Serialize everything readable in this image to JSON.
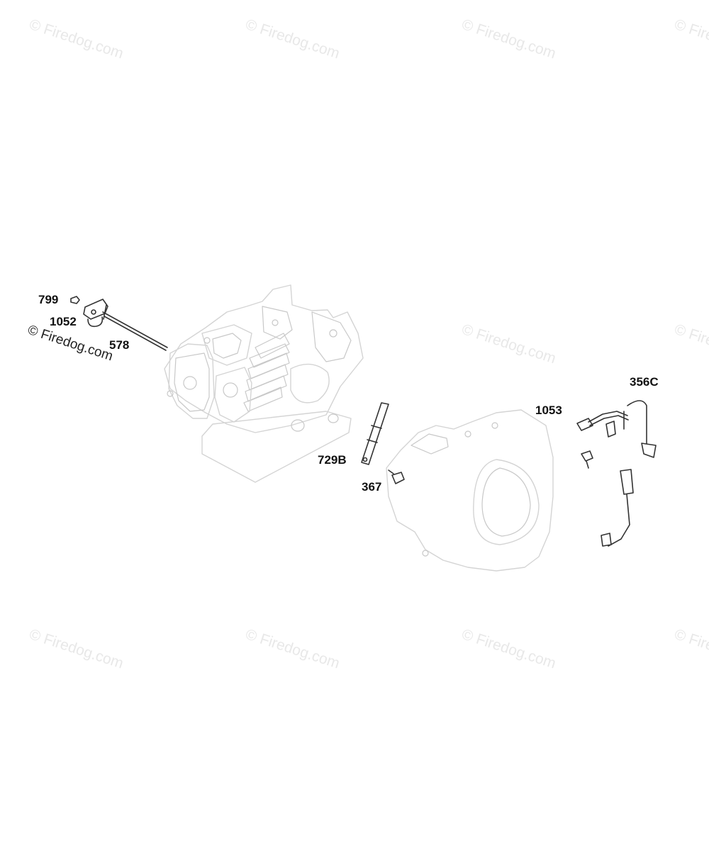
{
  "watermarks": {
    "text": "© Firedog.com",
    "dark_text": "© Firedog.com"
  },
  "parts": {
    "p799": "799",
    "p1052": "1052",
    "p578": "578",
    "p729B": "729B",
    "p367": "367",
    "p1053": "1053",
    "p356C": "356C"
  },
  "colors": {
    "line_art": "#d4d4d4",
    "part_art": "#333333",
    "label": "#111111",
    "watermark": "#e8e8e8"
  }
}
